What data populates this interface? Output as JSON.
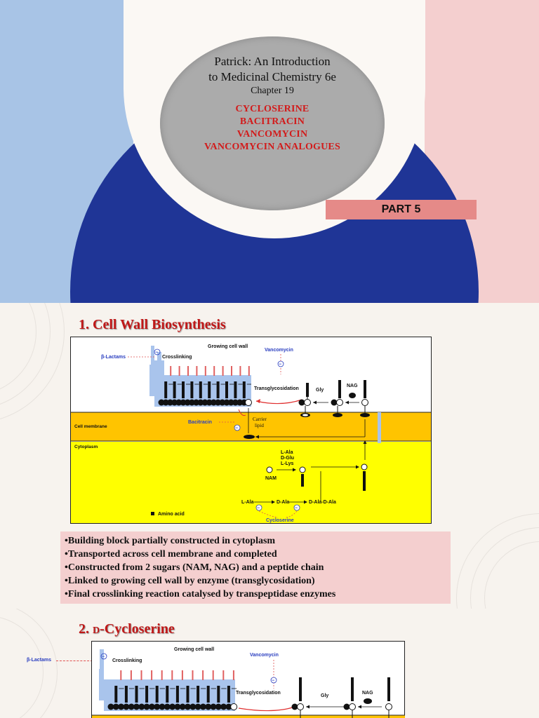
{
  "title_slide": {
    "title_line1": "Patrick: An Introduction",
    "title_line2": "to Medicinal Chemistry 6e",
    "chapter": "Chapter 19",
    "topics": [
      "CYCLOSERINE",
      "BACITRACIN",
      "VANCOMYCIN",
      "VANCOMYCIN ANALOGUES"
    ],
    "part": "PART 5",
    "colors": {
      "left_panel": "#a8c4e6",
      "right_panel": "#f4cfcf",
      "circle": "#1f3596",
      "oval": "#ababab",
      "topic_red": "#d21b1b",
      "part_box": "#e58a88"
    }
  },
  "section1": {
    "heading": "1. Cell Wall Biosynthesis",
    "diagram": {
      "growing_cell_wall": "Growing cell wall",
      "beta_lactams": "β-Lactams",
      "crosslinking": "Crosslinking",
      "vancomycin": "Vancomycin",
      "transglycosidation": "Transglycosidation",
      "gly": "Gly",
      "nag": "NAG",
      "cell_membrane": "Cell membrane",
      "bacitracin": "Bacitracin",
      "carrier_lipid_1": "Carrier",
      "carrier_lipid_2": "lipid",
      "cytoplasm": "Cytoplasm",
      "l_ala": "L-Ala",
      "d_glu": "D-Glu",
      "l_lys": "L-Lys",
      "nam": "NAM",
      "amino_acid": "Amino acid",
      "l_ala_2": "L-Ala",
      "d_ala": "D-Ala",
      "d_ala_d_ala": "D-Ala-D-Ala",
      "cycloserine": "Cycloserine",
      "inhibit_symbol": "⊖",
      "colors": {
        "membrane": "#ffc400",
        "cytoplasm": "#ffff00",
        "wall_block": "#a9c4ec",
        "label_blue": "#2a3ec0",
        "inhibit_red": "#e03030"
      }
    },
    "bullets": [
      "•Building block partially constructed in cytoplasm",
      "•Transported across cell membrane and completed",
      "•Constructed from 2 sugars (NAM, NAG) and a peptide chain",
      "•Linked to growing cell wall by enzyme (transglycosidation)",
      "•Final crosslinking reaction catalysed by transpeptidase enzymes"
    ]
  },
  "section2": {
    "heading": "2. D-Cycloserine",
    "heading_prefix": "2. ",
    "heading_smallcap": "D",
    "heading_rest": "-Cycloserine",
    "diagram": {
      "growing_cell_wall": "Growing cell wall",
      "beta_lactams": "β-Lactams",
      "crosslinking": "Crosslinking",
      "vancomycin": "Vancomycin",
      "transglycosidation": "Transglycosidation",
      "gly": "Gly",
      "nag": "NAG"
    }
  }
}
